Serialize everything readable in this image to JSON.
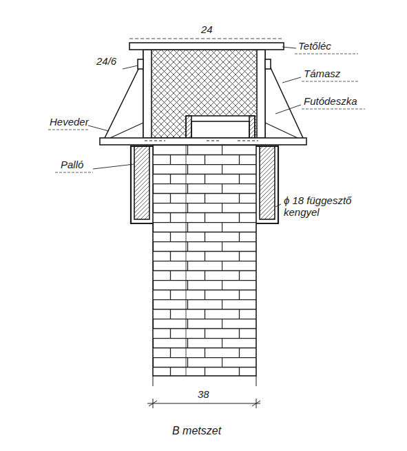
{
  "diagram": {
    "caption": "B metszet",
    "labels": [
      "24",
      "Tetőléc",
      "24/6",
      "Támasz",
      "Futódeszka",
      "Heveder",
      "Palló",
      "ϕ 18 függesztő kengyel",
      "38"
    ]
  }
}
